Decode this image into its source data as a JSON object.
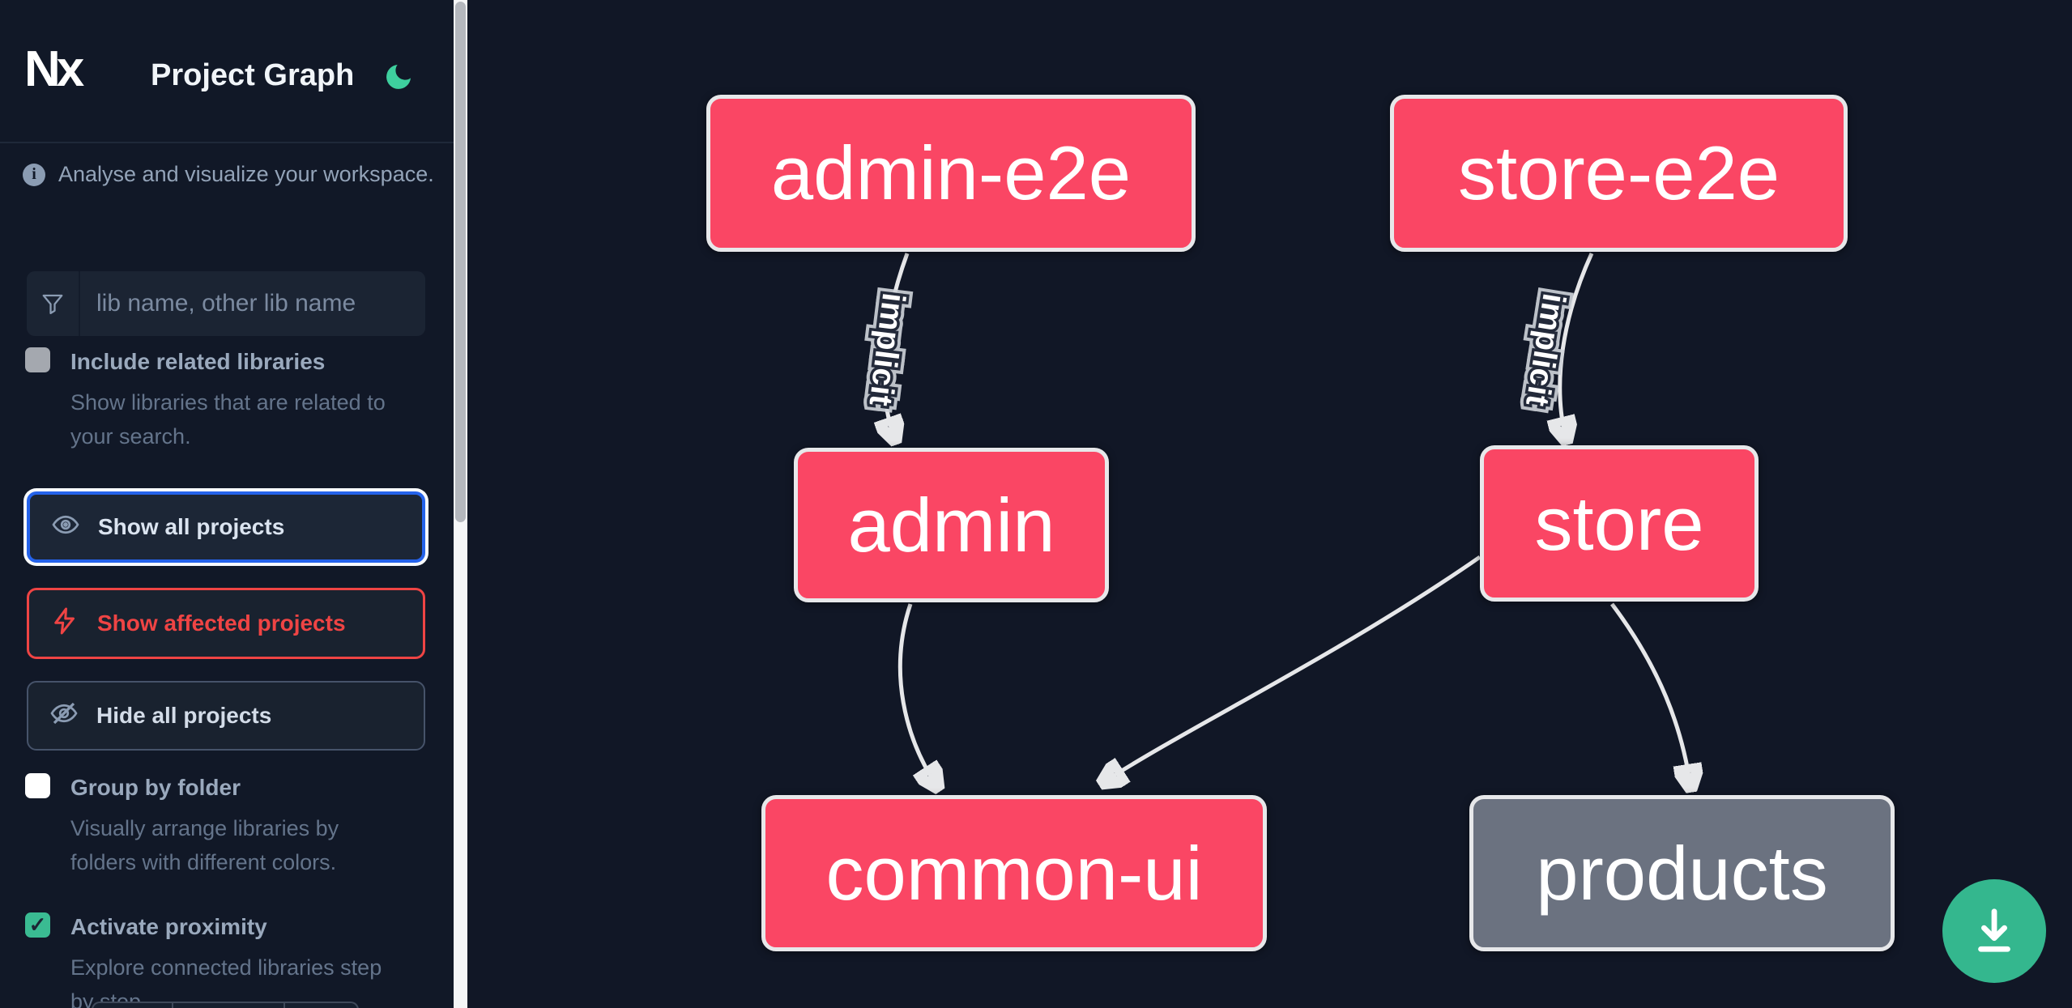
{
  "app": {
    "logo_text": "Nx",
    "title": "Project Graph"
  },
  "colors": {
    "node_pink": "#fa4664",
    "node_gray": "#6b7280",
    "edge_gray": "#e6e7e9",
    "accent_green": "#3abb92",
    "focus_blue": "#2563eb",
    "alert_red": "#ef4444",
    "background": "#111726"
  },
  "sidebar": {
    "tagline": "Analyse and visualize your workspace.",
    "search": {
      "placeholder": "lib name, other lib name",
      "value": ""
    },
    "actions": [
      {
        "label": "Show all projects"
      },
      {
        "label": "Show affected projects"
      },
      {
        "label": "Hide all projects"
      }
    ],
    "options": [
      {
        "label": "Include related libraries",
        "checked": false,
        "lines": [
          "Show libraries that are related to",
          "your search."
        ]
      },
      {
        "label": "Group by folder",
        "checked": false,
        "lines": [
          "Visually arrange libraries by",
          "folders with different colors."
        ]
      },
      {
        "label": "Activate proximity",
        "checked": true,
        "checkmark": "✓",
        "lines": [
          "Explore connected libraries step",
          "by step."
        ]
      }
    ]
  },
  "graph": {
    "nodes": [
      {
        "id": "admin-e2e",
        "label": "admin-e2e",
        "color": "pink"
      },
      {
        "id": "store-e2e",
        "label": "store-e2e",
        "color": "pink"
      },
      {
        "id": "admin",
        "label": "admin",
        "color": "pink"
      },
      {
        "id": "store",
        "label": "store",
        "color": "pink"
      },
      {
        "id": "common-ui",
        "label": "common-ui",
        "color": "pink"
      },
      {
        "id": "products",
        "label": "products",
        "color": "gray"
      }
    ],
    "edges": [
      {
        "from": "admin-e2e",
        "to": "admin",
        "label": "implicit"
      },
      {
        "from": "store-e2e",
        "to": "store",
        "label": "implicit"
      },
      {
        "from": "admin",
        "to": "common-ui",
        "label": ""
      },
      {
        "from": "store",
        "to": "common-ui",
        "label": ""
      },
      {
        "from": "store",
        "to": "products",
        "label": ""
      }
    ]
  }
}
